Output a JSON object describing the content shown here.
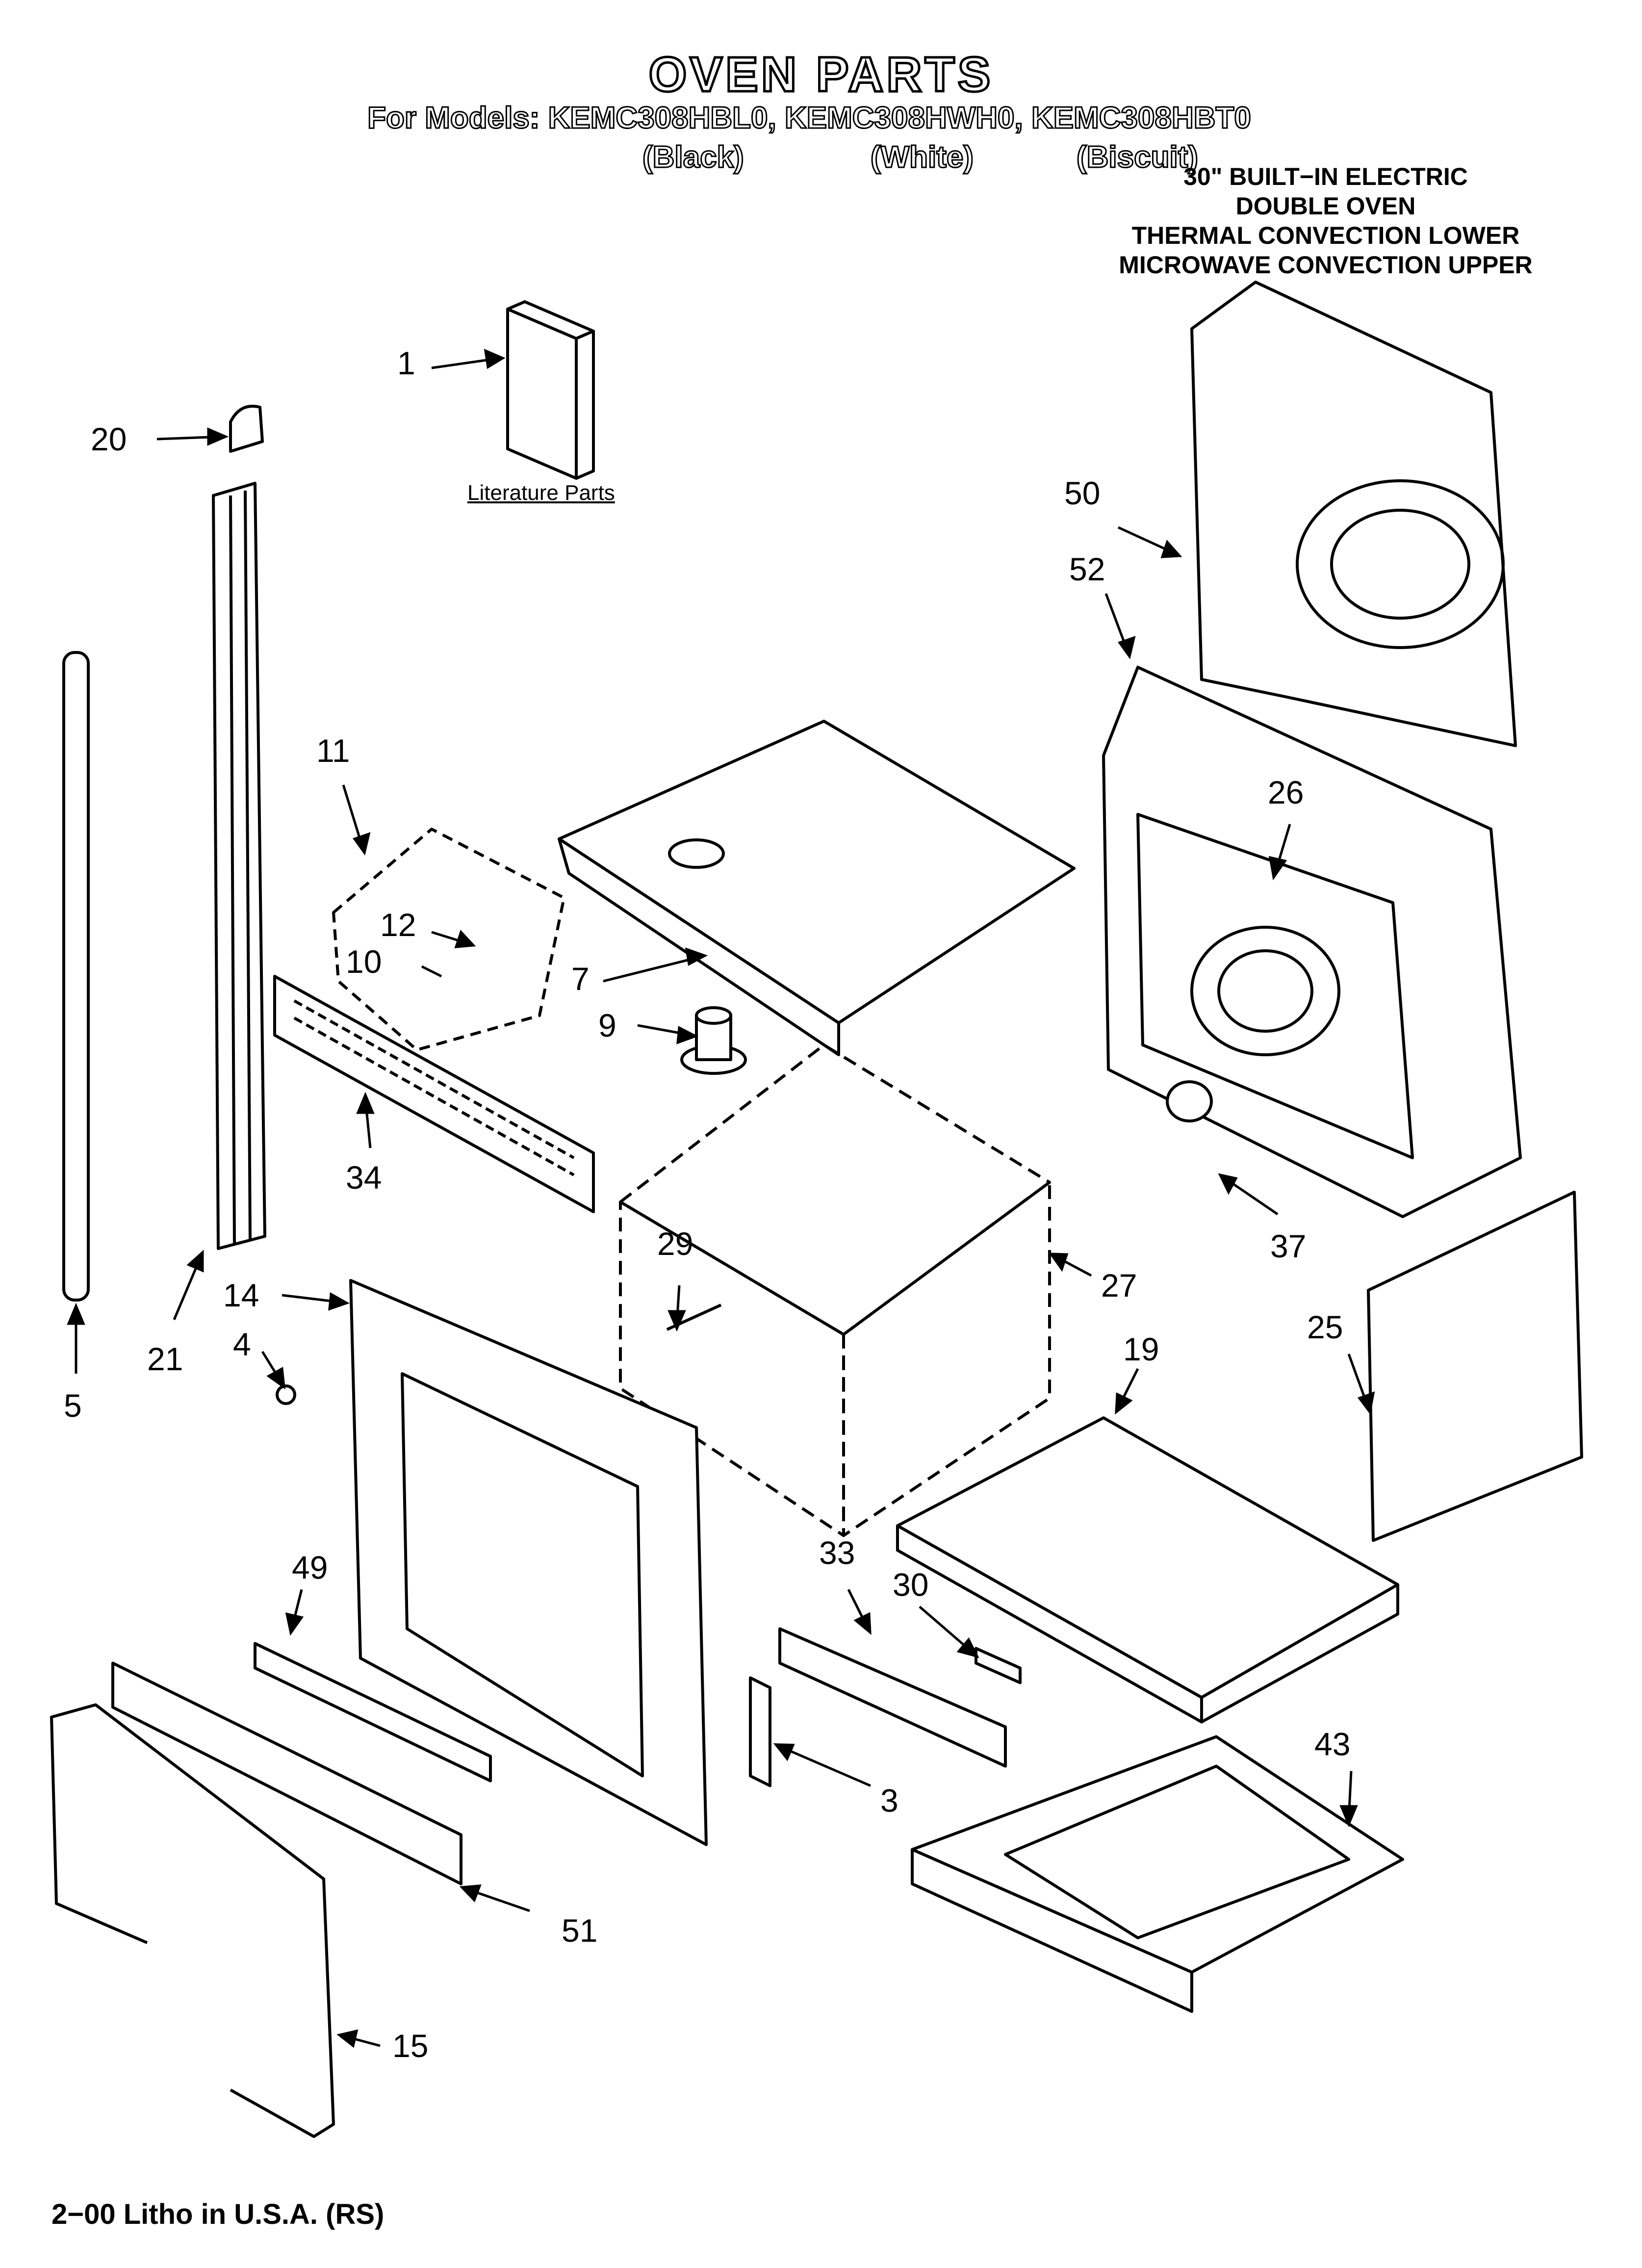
{
  "title": "OVEN PARTS",
  "models_line": "For Models: KEMC308HBL0, KEMC308HWH0, KEMC308HBT0",
  "variants": [
    "(Black)",
    "(White)",
    "(Biscuit)"
  ],
  "description": [
    "30\" BUILT−IN ELECTRIC",
    "DOUBLE OVEN",
    "THERMAL CONVECTION LOWER",
    "MICROWAVE CONVECTION UPPER"
  ],
  "literature_label": "Literature Parts",
  "footer": "2−00 Litho in U.S.A. (RS)",
  "callouts": [
    "1",
    "20",
    "50",
    "52",
    "11",
    "26",
    "12",
    "10",
    "7",
    "9",
    "34",
    "29",
    "27",
    "37",
    "14",
    "21",
    "4",
    "5",
    "19",
    "25",
    "33",
    "30",
    "49",
    "43",
    "3",
    "51",
    "15"
  ]
}
